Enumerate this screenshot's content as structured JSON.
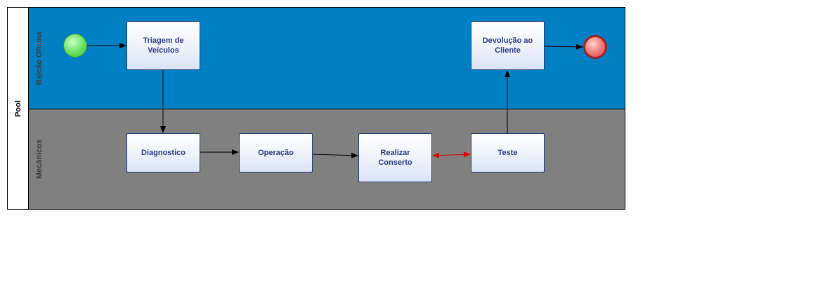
{
  "pool": {
    "label": "Pool"
  },
  "lanes": [
    {
      "label": "Balcão Oficina"
    },
    {
      "label": "Mecânicos"
    }
  ],
  "tasks": {
    "triagem": "Triagem de Veículos",
    "devolucao": "Devolução ao Cliente",
    "diagnostico": "Diagnostico",
    "operacao": "Operação",
    "conserto": "Realizar Conserto",
    "teste": "Teste"
  },
  "colors": {
    "lane_top": "#0080c4",
    "lane_bottom": "#808080",
    "flow": "#000000",
    "loop_flow": "#e00000",
    "task_text": "#2a3a8a"
  }
}
